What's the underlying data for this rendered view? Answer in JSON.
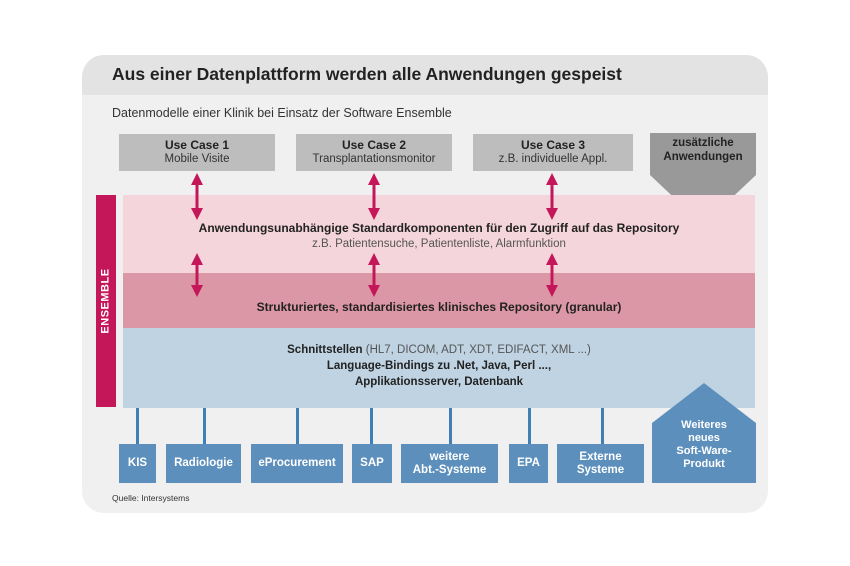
{
  "title": "Aus einer Datenplattform werden alle Anwendungen gespeist",
  "subtitle": "Datenmodelle einer Klinik bei Einsatz der Software Ensemble",
  "use_cases": [
    {
      "title": "Use Case 1",
      "text": "Mobile Visite"
    },
    {
      "title": "Use Case 2",
      "text": "Transplantationsmonitor"
    },
    {
      "title": "Use Case 3",
      "text": "z.B. individuelle Appl."
    }
  ],
  "extra_apps": {
    "line1": "zusätzliche",
    "line2": "Anwendungen"
  },
  "ensemble_label": "ENSEMBLE",
  "components": {
    "title": "Anwendungsunabhängige Standardkomponenten für den Zugriff auf das Repository",
    "examples": "z.B. Patientensuche, Patientenliste, Alarmfunktion"
  },
  "repository": "Strukturiertes, standardisiertes klinisches Repository (granular)",
  "interfaces": {
    "label": "Schnittstellen",
    "formats": "(HL7, DICOM, ADT, XDT, EDIFACT, XML ...)",
    "bindings": "Language-Bindings zu .Net, Java, Perl ...,",
    "servers": "Applikationsserver, Datenbank"
  },
  "systems": [
    {
      "line1": "KIS",
      "line2": ""
    },
    {
      "line1": "Radiologie",
      "line2": ""
    },
    {
      "line1": "eProcurement",
      "line2": ""
    },
    {
      "line1": "SAP",
      "line2": ""
    },
    {
      "line1": "weitere",
      "line2": "Abt.-Systeme"
    },
    {
      "line1": "EPA",
      "line2": ""
    },
    {
      "line1": "Externe",
      "line2": "Systeme"
    }
  ],
  "new_product": {
    "line1": "Weiteres",
    "line2": "neues",
    "line3": "Soft-Ware-",
    "line4": "Produkt"
  },
  "source": "Quelle: Intersystems",
  "colors": {
    "arrow": "#c4175a",
    "ensemble": "#c4175a",
    "pink_band": "#f4d5db",
    "red_band": "#dc97a6",
    "blue_band": "#bfd3e3",
    "system_box": "#5c8fbc",
    "use_case_box": "#bdbdbd"
  }
}
